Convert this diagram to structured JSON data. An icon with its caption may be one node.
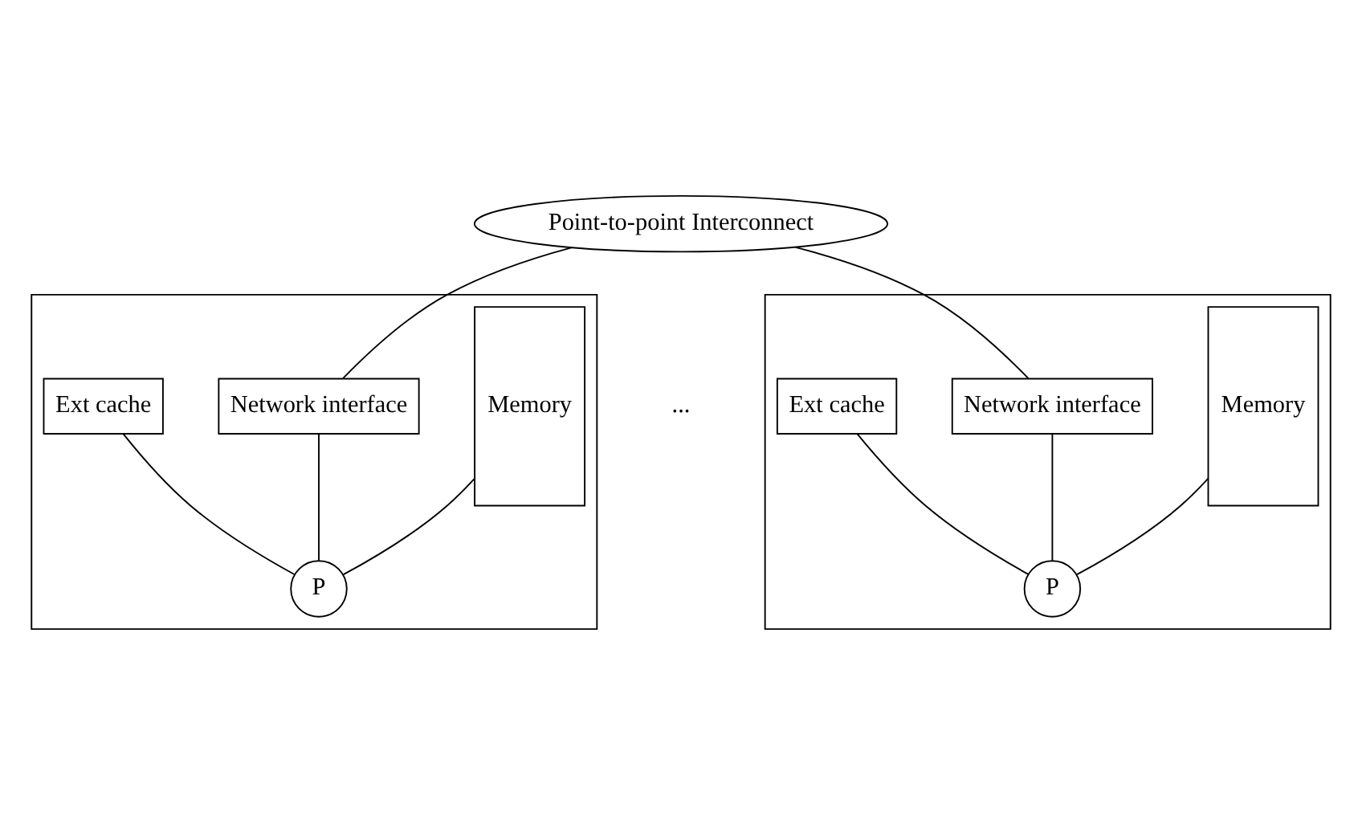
{
  "diagram": {
    "nodes": [
      {
        "text": [
          "Point-to-point Interconnect"
        ]
      },
      {
        "text": [],
        "shape": "box"
      },
      {
        "text": [
          "Memory"
        ],
        "in": 1
      },
      {
        "text": [
          "Network interface"
        ],
        "in": 1
      },
      {
        "text": [
          "P"
        ],
        "in": 1
      },
      {
        "text": [
          "Ext cache"
        ],
        "in": 1
      },
      {
        "text": [],
        "shape": "box"
      },
      {
        "text": [
          "Memory"
        ],
        "in": 6
      },
      {
        "text": [
          "Network interface"
        ],
        "in": 6
      },
      {
        "text": [
          "P"
        ],
        "in": 6
      },
      {
        "text": [
          "Ext cache"
        ],
        "in": 6
      }
    ],
    "edges": [
      {
        "from": 0,
        "to": 3,
        "arrow": "none"
      },
      {
        "from": 0,
        "to": 8,
        "arrow": "none"
      },
      {
        "from": 3,
        "to": 4,
        "arrow": "none"
      },
      {
        "from": 2,
        "to": 4,
        "arrow": "none"
      },
      {
        "from": 5,
        "to": 4,
        "arrow": "none"
      },
      {
        "from": 8,
        "to": 9,
        "arrow": "none"
      },
      {
        "from": 7,
        "to": 9,
        "arrow": "none"
      },
      {
        "from": 10,
        "to": 9,
        "arrow": "none"
      }
    ],
    "labels": [
      "..."
    ]
  }
}
